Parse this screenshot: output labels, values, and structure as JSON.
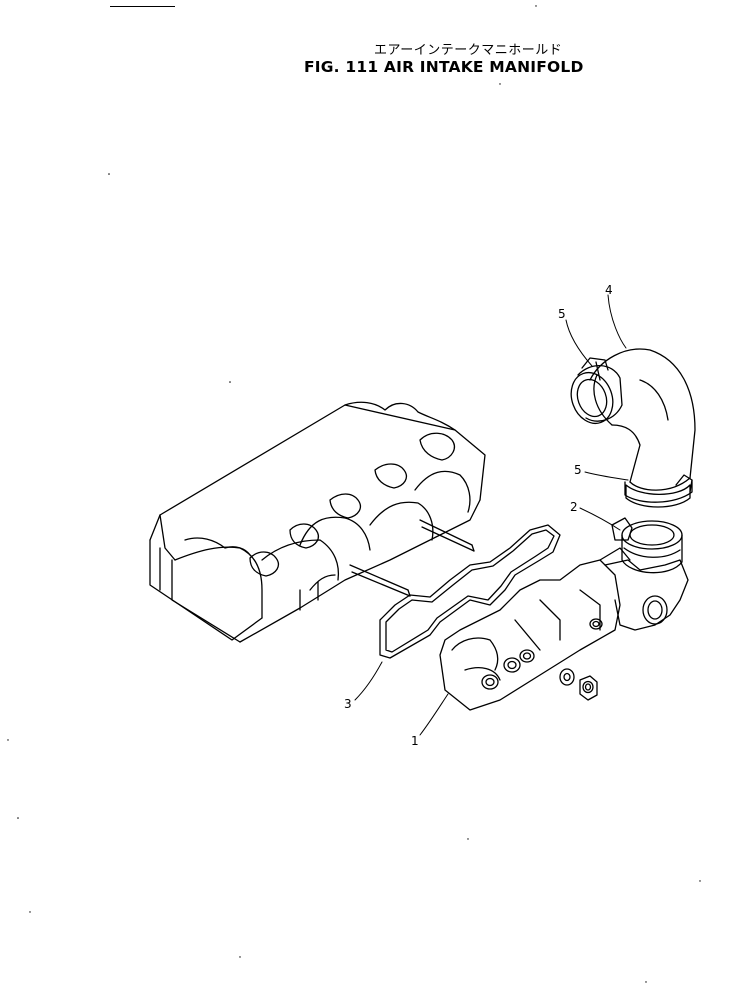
{
  "figure": {
    "title_jp": "エアーインテークマニホールド",
    "title_en": "FIG. 111  AIR INTAKE MANIFOLD"
  },
  "parts": [
    {
      "id": "manifold",
      "callout": "1"
    },
    {
      "id": "elbow-outlet",
      "callout": "2"
    },
    {
      "id": "gasket",
      "callout": "3"
    },
    {
      "id": "hose",
      "callout": "4"
    },
    {
      "id": "clamp-upper",
      "callout": "5"
    },
    {
      "id": "clamp-lower",
      "callout": "5"
    }
  ]
}
